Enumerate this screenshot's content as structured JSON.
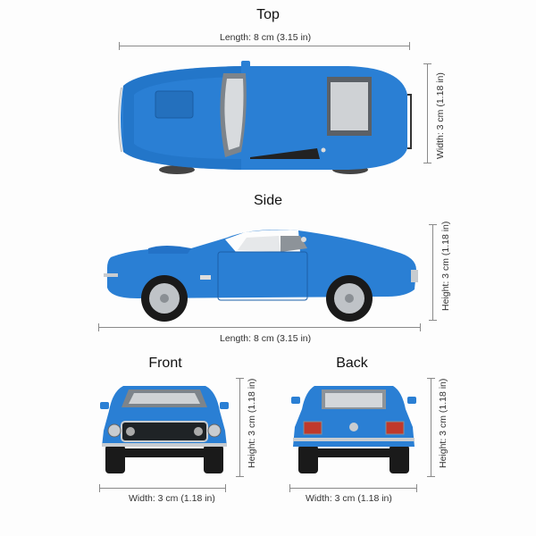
{
  "colors": {
    "body_blue": "#2a7fd4",
    "body_dark": "#1c5fa8",
    "glass": "#9aa0a6",
    "tire": "#1a1a1a",
    "chrome": "#c8ccd0",
    "taillight": "#c0392b",
    "dim_line": "#8a8a8a"
  },
  "views": {
    "top": {
      "title": "Top",
      "length_label": "Length: 8 cm (3.15 in)",
      "width_label": "Width: 3 cm (1.18 in)"
    },
    "side": {
      "title": "Side",
      "length_label": "Length: 8 cm (3.15 in)",
      "height_label": "Height: 3 cm (1.18 in)"
    },
    "front": {
      "title": "Front",
      "width_label": "Width: 3 cm (1.18 in)",
      "height_label": "Height: 3 cm (1.18 in)"
    },
    "back": {
      "title": "Back",
      "width_label": "Width: 3 cm (1.18 in)",
      "height_label": "Height: 3 cm (1.18 in)"
    }
  }
}
